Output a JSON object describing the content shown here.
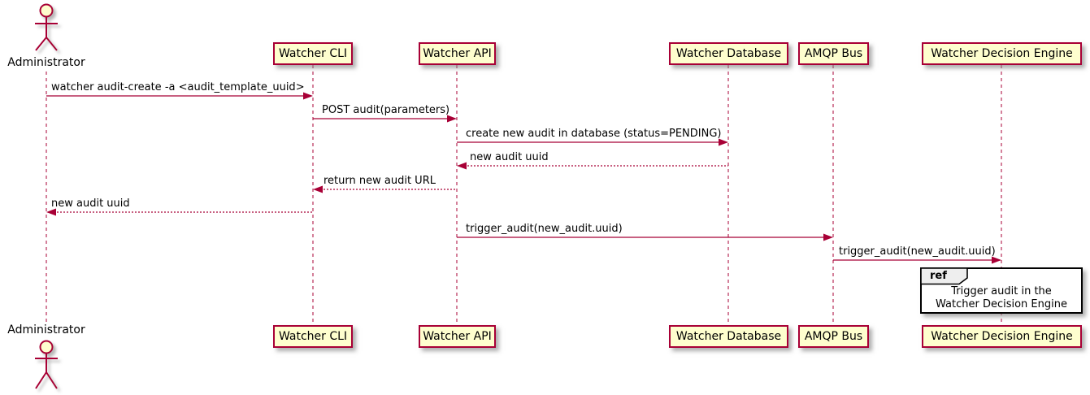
{
  "diagram_type": "uml-sequence",
  "actor": {
    "name": "Administrator"
  },
  "participants": [
    {
      "label": "Watcher CLI"
    },
    {
      "label": "Watcher API"
    },
    {
      "label": "Watcher Database"
    },
    {
      "label": "AMQP Bus"
    },
    {
      "label": "Watcher Decision Engine"
    }
  ],
  "messages": [
    {
      "from": "Administrator",
      "to": "Watcher CLI",
      "style": "solid",
      "label": "watcher audit-create -a <audit_template_uuid>"
    },
    {
      "from": "Watcher CLI",
      "to": "Watcher API",
      "style": "solid",
      "label": "POST audit(parameters)"
    },
    {
      "from": "Watcher API",
      "to": "Watcher Database",
      "style": "solid",
      "label": "create new audit in database (status=PENDING)"
    },
    {
      "from": "Watcher Database",
      "to": "Watcher API",
      "style": "dashed",
      "label": "new audit uuid"
    },
    {
      "from": "Watcher API",
      "to": "Watcher CLI",
      "style": "dashed",
      "label": "return new audit URL"
    },
    {
      "from": "Watcher CLI",
      "to": "Administrator",
      "style": "dashed",
      "label": "new audit uuid"
    },
    {
      "from": "Watcher API",
      "to": "AMQP Bus",
      "style": "solid",
      "label": "trigger_audit(new_audit.uuid)"
    },
    {
      "from": "AMQP Bus",
      "to": "Watcher Decision Engine",
      "style": "solid",
      "label": "trigger_audit(new_audit.uuid)"
    }
  ],
  "ref": {
    "keyword": "ref",
    "lines": [
      "Trigger audit in the",
      "Watcher Decision Engine"
    ]
  },
  "colors": {
    "participant_fill": "#FEFECE",
    "participant_border": "#A80036",
    "line": "#A80036",
    "text": "#000000",
    "ref_border": "#000000",
    "ref_tab_fill": "#EEEEEE",
    "background": "#FFFFFF"
  }
}
